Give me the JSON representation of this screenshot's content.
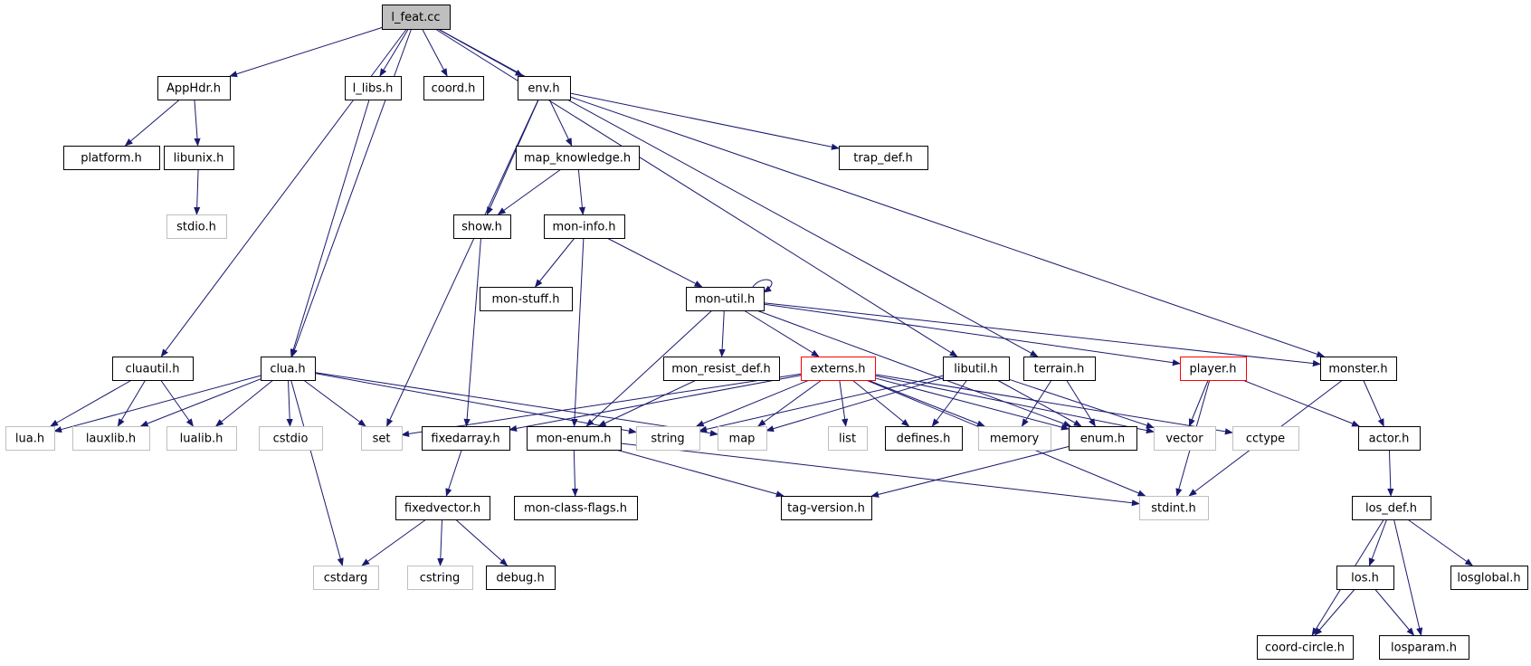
{
  "colors": {
    "edge": "#191970",
    "border_normal": "#000000",
    "border_external": "#bfbfbf",
    "border_truncated": "#ff0000",
    "root_fill": "#bfbfbf",
    "fill": "#ffffff"
  },
  "diagram": {
    "nodes": [
      {
        "id": "l_feat",
        "label": "l_feat.cc",
        "style": "root"
      },
      {
        "id": "AppHdr",
        "label": "AppHdr.h",
        "style": "normal"
      },
      {
        "id": "l_libs",
        "label": "l_libs.h",
        "style": "normal"
      },
      {
        "id": "coord",
        "label": "coord.h",
        "style": "normal"
      },
      {
        "id": "env",
        "label": "env.h",
        "style": "normal"
      },
      {
        "id": "platform",
        "label": "platform.h",
        "style": "normal"
      },
      {
        "id": "libunix",
        "label": "libunix.h",
        "style": "normal"
      },
      {
        "id": "stdio",
        "label": "stdio.h",
        "style": "external"
      },
      {
        "id": "map_knowledge",
        "label": "map_knowledge.h",
        "style": "normal"
      },
      {
        "id": "trap_def",
        "label": "trap_def.h",
        "style": "normal"
      },
      {
        "id": "show",
        "label": "show.h",
        "style": "normal"
      },
      {
        "id": "mon_info",
        "label": "mon-info.h",
        "style": "normal"
      },
      {
        "id": "mon_stuff",
        "label": "mon-stuff.h",
        "style": "normal"
      },
      {
        "id": "mon_util",
        "label": "mon-util.h",
        "style": "normal"
      },
      {
        "id": "cluautil",
        "label": "cluautil.h",
        "style": "normal"
      },
      {
        "id": "clua",
        "label": "clua.h",
        "style": "normal"
      },
      {
        "id": "mon_resist_def",
        "label": "mon_resist_def.h",
        "style": "normal"
      },
      {
        "id": "externs",
        "label": "externs.h",
        "style": "truncated"
      },
      {
        "id": "libutil",
        "label": "libutil.h",
        "style": "normal"
      },
      {
        "id": "terrain",
        "label": "terrain.h",
        "style": "normal"
      },
      {
        "id": "player",
        "label": "player.h",
        "style": "truncated"
      },
      {
        "id": "monster",
        "label": "monster.h",
        "style": "normal"
      },
      {
        "id": "lua",
        "label": "lua.h",
        "style": "external"
      },
      {
        "id": "lauxlib",
        "label": "lauxlib.h",
        "style": "external"
      },
      {
        "id": "lualib",
        "label": "lualib.h",
        "style": "external"
      },
      {
        "id": "cstdio",
        "label": "cstdio",
        "style": "external"
      },
      {
        "id": "set",
        "label": "set",
        "style": "external"
      },
      {
        "id": "fixedarray",
        "label": "fixedarray.h",
        "style": "normal"
      },
      {
        "id": "mon_enum",
        "label": "mon-enum.h",
        "style": "normal"
      },
      {
        "id": "string",
        "label": "string",
        "style": "external"
      },
      {
        "id": "map",
        "label": "map",
        "style": "external"
      },
      {
        "id": "list",
        "label": "list",
        "style": "external"
      },
      {
        "id": "defines",
        "label": "defines.h",
        "style": "normal"
      },
      {
        "id": "memory",
        "label": "memory",
        "style": "external"
      },
      {
        "id": "enum",
        "label": "enum.h",
        "style": "normal"
      },
      {
        "id": "vector",
        "label": "vector",
        "style": "external"
      },
      {
        "id": "cctype",
        "label": "cctype",
        "style": "external"
      },
      {
        "id": "actor",
        "label": "actor.h",
        "style": "normal"
      },
      {
        "id": "fixedvector",
        "label": "fixedvector.h",
        "style": "normal"
      },
      {
        "id": "mon_class_flags",
        "label": "mon-class-flags.h",
        "style": "normal"
      },
      {
        "id": "tag_version",
        "label": "tag-version.h",
        "style": "normal"
      },
      {
        "id": "stdint",
        "label": "stdint.h",
        "style": "external"
      },
      {
        "id": "los_def",
        "label": "los_def.h",
        "style": "normal"
      },
      {
        "id": "cstdarg",
        "label": "cstdarg",
        "style": "external"
      },
      {
        "id": "cstring",
        "label": "cstring",
        "style": "external"
      },
      {
        "id": "debug",
        "label": "debug.h",
        "style": "normal"
      },
      {
        "id": "los",
        "label": "los.h",
        "style": "normal"
      },
      {
        "id": "losglobal",
        "label": "losglobal.h",
        "style": "normal"
      },
      {
        "id": "coord_circle",
        "label": "coord-circle.h",
        "style": "normal"
      },
      {
        "id": "losparam",
        "label": "losparam.h",
        "style": "normal"
      }
    ],
    "edges": [
      [
        "l_feat",
        "AppHdr"
      ],
      [
        "l_feat",
        "l_libs"
      ],
      [
        "l_feat",
        "coord"
      ],
      [
        "l_feat",
        "env"
      ],
      [
        "l_feat",
        "cluautil"
      ],
      [
        "l_feat",
        "clua"
      ],
      [
        "l_feat",
        "libutil"
      ],
      [
        "l_feat",
        "terrain"
      ],
      [
        "AppHdr",
        "platform"
      ],
      [
        "AppHdr",
        "libunix"
      ],
      [
        "libunix",
        "stdio"
      ],
      [
        "l_libs",
        "clua"
      ],
      [
        "env",
        "map_knowledge"
      ],
      [
        "env",
        "trap_def"
      ],
      [
        "env",
        "show"
      ],
      [
        "env",
        "set"
      ],
      [
        "env",
        "monster"
      ],
      [
        "map_knowledge",
        "show"
      ],
      [
        "map_knowledge",
        "mon_info"
      ],
      [
        "show",
        "fixedarray"
      ],
      [
        "mon_info",
        "mon_stuff"
      ],
      [
        "mon_info",
        "mon_util"
      ],
      [
        "mon_info",
        "mon_enum"
      ],
      [
        "mon_util",
        "mon_util"
      ],
      [
        "mon_util",
        "mon_resist_def"
      ],
      [
        "mon_util",
        "externs"
      ],
      [
        "mon_util",
        "mon_enum"
      ],
      [
        "mon_util",
        "enum"
      ],
      [
        "mon_util",
        "player"
      ],
      [
        "mon_util",
        "monster"
      ],
      [
        "mon_resist_def",
        "mon_enum"
      ],
      [
        "cluautil",
        "lua"
      ],
      [
        "cluautil",
        "lauxlib"
      ],
      [
        "cluautil",
        "lualib"
      ],
      [
        "clua",
        "lua"
      ],
      [
        "clua",
        "lauxlib"
      ],
      [
        "clua",
        "lualib"
      ],
      [
        "clua",
        "cstdio"
      ],
      [
        "clua",
        "set"
      ],
      [
        "clua",
        "string"
      ],
      [
        "clua",
        "map"
      ],
      [
        "clua",
        "cstdarg"
      ],
      [
        "externs",
        "set"
      ],
      [
        "externs",
        "fixedarray"
      ],
      [
        "externs",
        "string"
      ],
      [
        "externs",
        "map"
      ],
      [
        "externs",
        "list"
      ],
      [
        "externs",
        "defines"
      ],
      [
        "externs",
        "memory"
      ],
      [
        "externs",
        "enum"
      ],
      [
        "externs",
        "vector"
      ],
      [
        "externs",
        "cctype"
      ],
      [
        "externs",
        "stdint"
      ],
      [
        "libutil",
        "string"
      ],
      [
        "libutil",
        "map"
      ],
      [
        "libutil",
        "defines"
      ],
      [
        "libutil",
        "enum"
      ],
      [
        "libutil",
        "vector"
      ],
      [
        "terrain",
        "memory"
      ],
      [
        "terrain",
        "enum"
      ],
      [
        "player",
        "vector"
      ],
      [
        "player",
        "actor"
      ],
      [
        "player",
        "stdint"
      ],
      [
        "monster",
        "actor"
      ],
      [
        "monster",
        "stdint"
      ],
      [
        "fixedarray",
        "fixedvector"
      ],
      [
        "mon_enum",
        "mon_class_flags"
      ],
      [
        "mon_enum",
        "tag_version"
      ],
      [
        "mon_enum",
        "stdint"
      ],
      [
        "enum",
        "tag_version"
      ],
      [
        "fixedvector",
        "cstdarg"
      ],
      [
        "fixedvector",
        "cstring"
      ],
      [
        "fixedvector",
        "debug"
      ],
      [
        "actor",
        "los_def"
      ],
      [
        "los_def",
        "los"
      ],
      [
        "los_def",
        "losglobal"
      ],
      [
        "los_def",
        "coord_circle"
      ],
      [
        "los_def",
        "losparam"
      ],
      [
        "los",
        "coord_circle"
      ],
      [
        "los",
        "losparam"
      ]
    ]
  }
}
